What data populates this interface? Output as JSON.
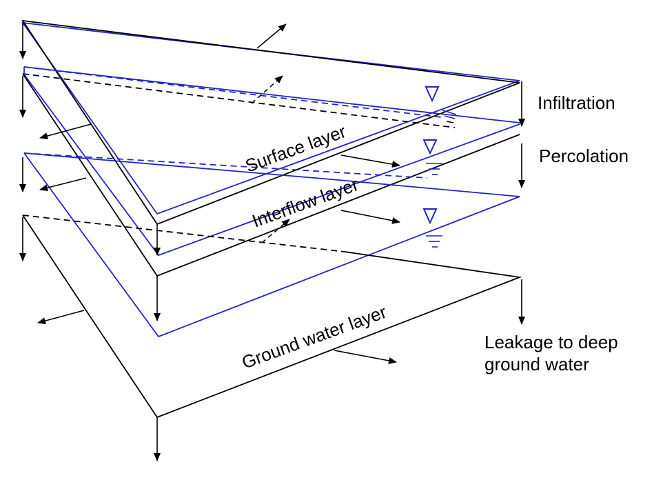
{
  "labels": {
    "surface_layer": "Surface layer",
    "interflow_layer": "Interflow layer",
    "ground_water_layer": "Ground water layer",
    "infiltration": "Infiltration",
    "percolation": "Percolation",
    "leakage_line1": "Leakage to deep",
    "leakage_line2": "ground water"
  },
  "colors": {
    "layer_top": "#2323c8",
    "layer_bottom": "#000000"
  }
}
